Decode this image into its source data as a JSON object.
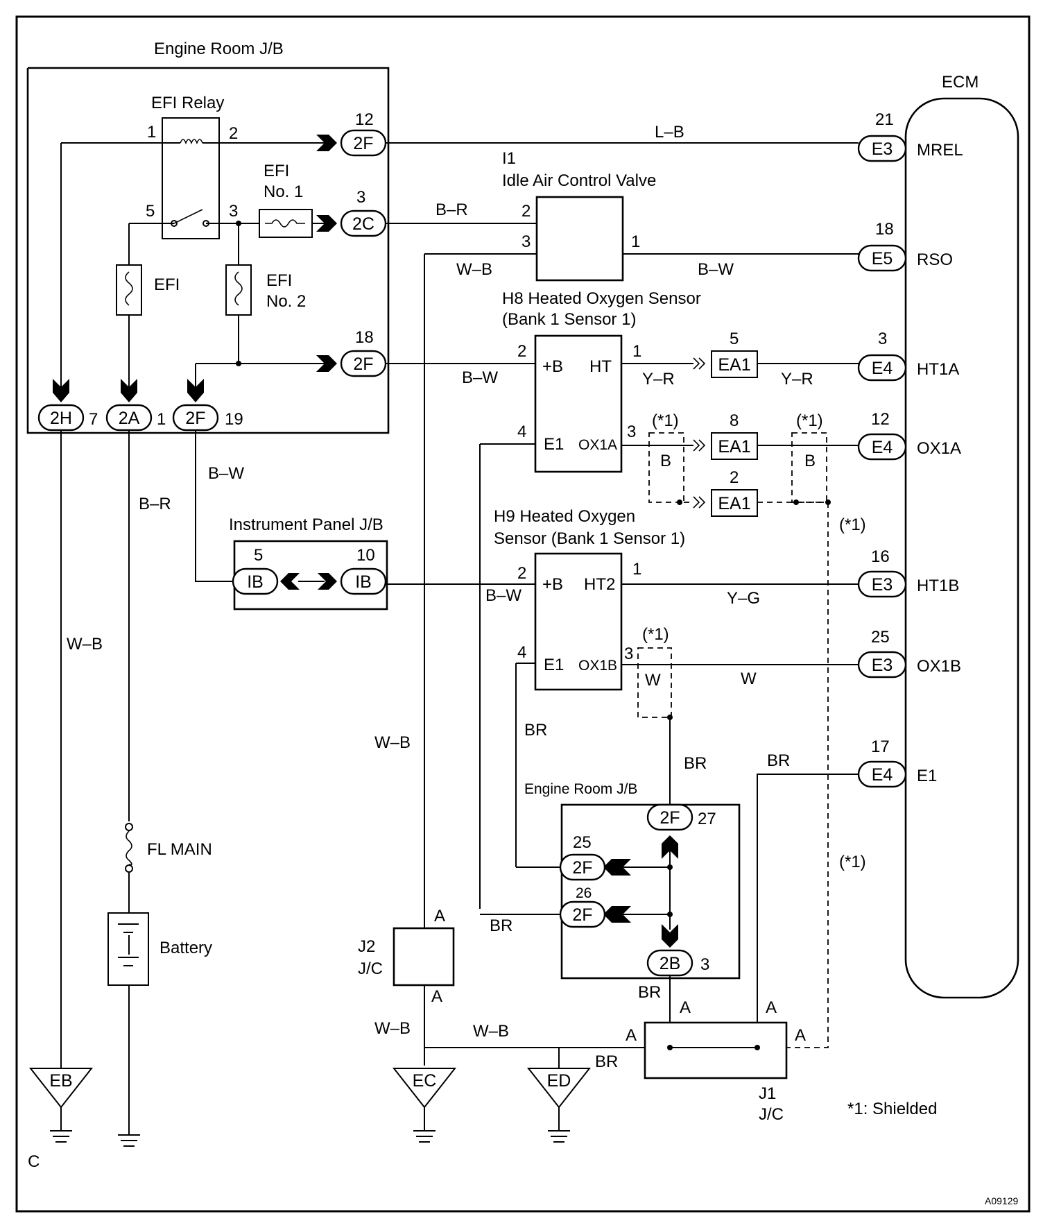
{
  "blocks": {
    "engine_room_jb": "Engine Room J/B",
    "efi_relay": "EFI Relay",
    "efi_no1_a": "EFI",
    "efi_no1_b": "No. 1",
    "efi_fuse": "EFI",
    "efi_no2_a": "EFI",
    "efi_no2_b": "No. 2",
    "ecm": "ECM",
    "i1_id": "I1",
    "i1_name": "Idle Air Control Valve",
    "h8_name": "H8 Heated Oxygen Sensor",
    "h8_sub": "(Bank 1 Sensor 1)",
    "h9_name": "H9 Heated Oxygen",
    "h9_sub": "Sensor (Bank 1 Sensor 1)",
    "instrument_panel_jb": "Instrument Panel J/B",
    "engine_room_jb_2": "Engine Room J/B",
    "fl_main": "FL MAIN",
    "battery": "Battery",
    "j2_a": "J2",
    "j2_b": "J/C",
    "j1_a": "J1",
    "j1_b": "J/C",
    "shielded_note": "*1: Shielded",
    "page_letter": "C",
    "doc_code": "A09129"
  },
  "grounds": {
    "eb": "EB",
    "ec": "EC",
    "ed": "ED"
  },
  "connectors": {
    "c2f_top": "2F",
    "c2c": "2C",
    "c2f_mid": "2F",
    "c2h": "2H",
    "c2a": "2A",
    "c2f_bot": "2F",
    "ib_left": "IB",
    "ib_right": "IB",
    "ea1_5": "EA1",
    "ea1_8": "EA1",
    "ea1_2": "EA1",
    "e3_21": "E3",
    "e5_18": "E5",
    "e4_3": "E4",
    "e4_12": "E4",
    "e3_16": "E3",
    "e3_25": "E3",
    "e4_17": "E4",
    "c2f_27": "2F",
    "c2f_25": "2F",
    "c2f_26": "2F",
    "c2b_3": "2B"
  },
  "ecm_pins": {
    "mrel": "MREL",
    "rso": "RSO",
    "ht1a": "HT1A",
    "ox1a": "OX1A",
    "ht1b": "HT1B",
    "ox1b": "OX1B",
    "e1": "E1"
  },
  "sensor_pins": {
    "h8_b": "+B",
    "h8_ht": "HT",
    "h8_e1": "E1",
    "h8_ox": "OX1A",
    "h9_b": "+B",
    "h9_ht": "HT2",
    "h9_e1": "E1",
    "h9_ox": "OX1B"
  },
  "pin_numbers": {
    "relay_1": "1",
    "relay_2": "2",
    "relay_5": "5",
    "relay_3": "3",
    "n12": "12",
    "n3": "3",
    "n18_jb": "18",
    "n7": "7",
    "n1": "1",
    "n19": "19",
    "ib_5": "5",
    "ib_10": "10",
    "iac_2": "2",
    "iac_3": "3",
    "iac_1": "1",
    "h8_2": "2",
    "h8_1": "1",
    "h8_4": "4",
    "h8_3": "3",
    "ea1_5n": "5",
    "ea1_8n": "8",
    "ea1_2n": "2",
    "h9_2": "2",
    "h9_1": "1",
    "h9_4": "4",
    "h9_3": "3",
    "e21": "21",
    "e18": "18",
    "e3n": "3",
    "e12": "12",
    "e16": "16",
    "e25": "25",
    "e17": "17",
    "n27": "27",
    "n25": "25",
    "n26": "26",
    "n3_2b": "3"
  },
  "wire_colors": {
    "lb": "L–B",
    "br_iac": "B–R",
    "wb_iac": "W–B",
    "bw_rso": "B–W",
    "bw_h8": "B–W",
    "yr_1": "Y–R",
    "yr_2": "Y–R",
    "bw_ib": "B–W",
    "br_2a": "B–R",
    "bw_h9": "B–W",
    "yg": "Y–G",
    "w_ox1b": "W",
    "wb_left": "W–B",
    "wb_mid": "W–B",
    "wb_bot": "W–B",
    "wb_ec": "W–B",
    "br_h9": "BR",
    "br_mid": "BR",
    "br_e1": "BR",
    "br_left": "BR",
    "br_2b": "BR",
    "br_ed": "BR"
  },
  "shield_marks": {
    "s1": "(*1)",
    "s2": "(*1)",
    "s3": "(*1)",
    "s4": "(*1)",
    "s5": "(*1)",
    "sb1": "B",
    "sb2": "B",
    "sw": "W"
  },
  "junction_pins": {
    "j2_top": "A",
    "j2_bot": "A",
    "j1_a1": "A",
    "j1_a2": "A",
    "j1_a3": "A",
    "j1_a4": "A"
  }
}
